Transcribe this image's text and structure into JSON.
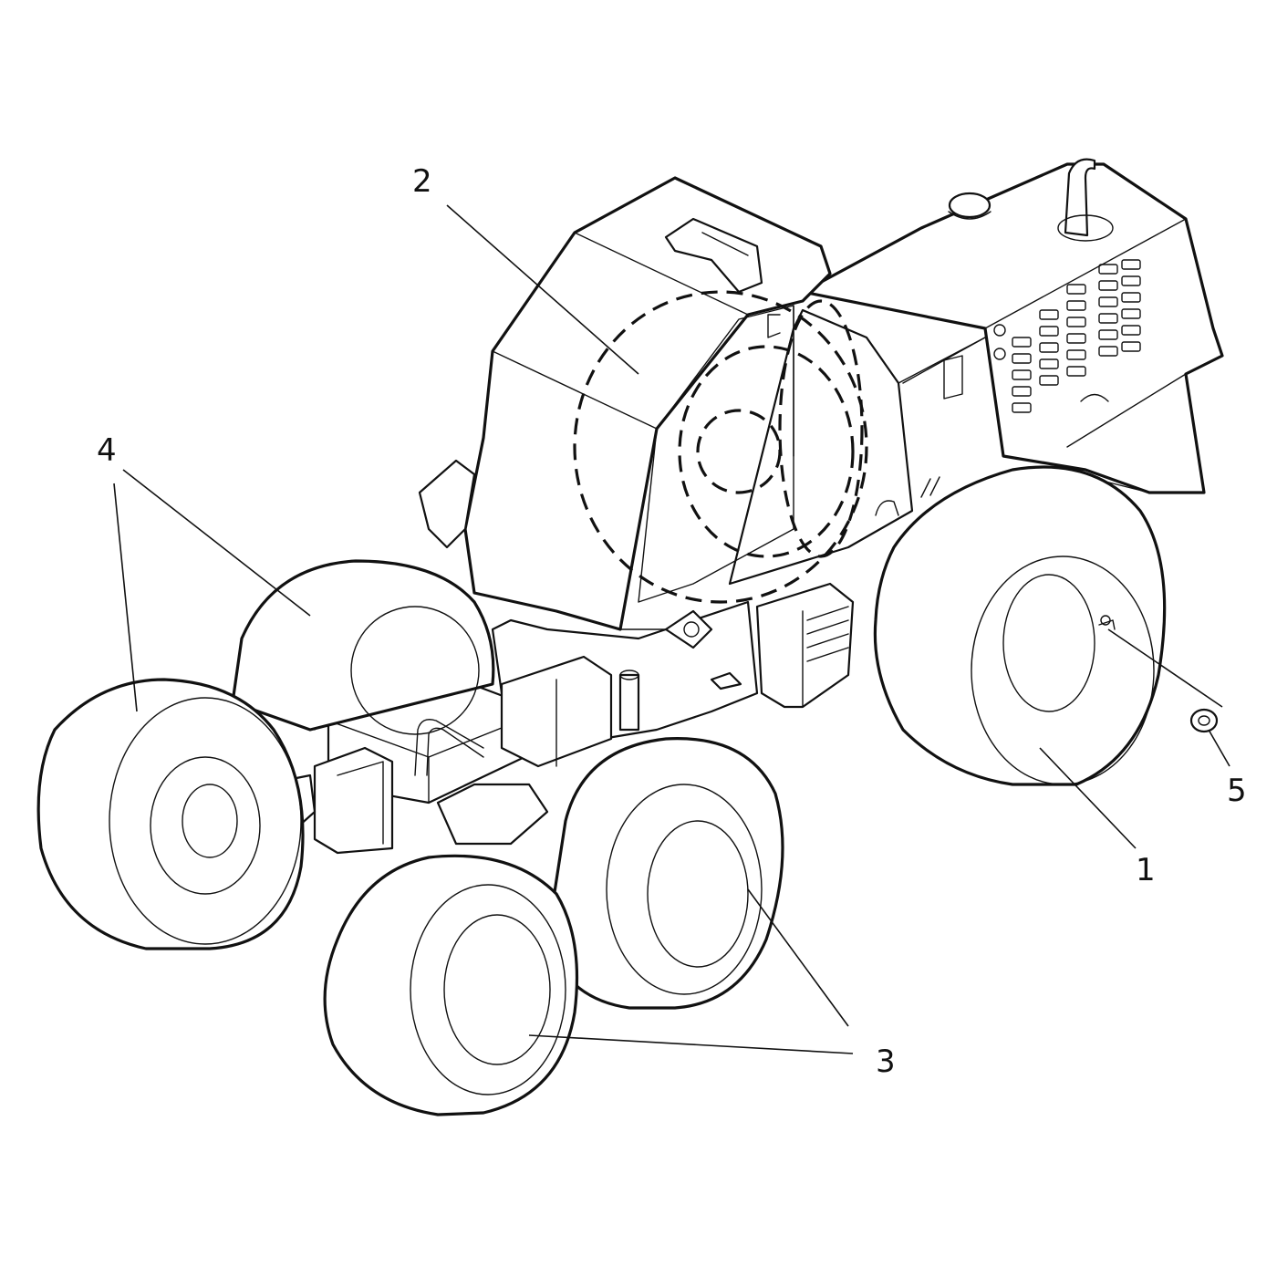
{
  "callouts": [
    {
      "id": "1",
      "text": "1"
    },
    {
      "id": "2",
      "text": "2"
    },
    {
      "id": "3",
      "text": "3"
    },
    {
      "id": "4",
      "text": "4"
    },
    {
      "id": "5",
      "text": "5"
    }
  ],
  "colors": {
    "line": "#111111",
    "background": "#ffffff"
  }
}
